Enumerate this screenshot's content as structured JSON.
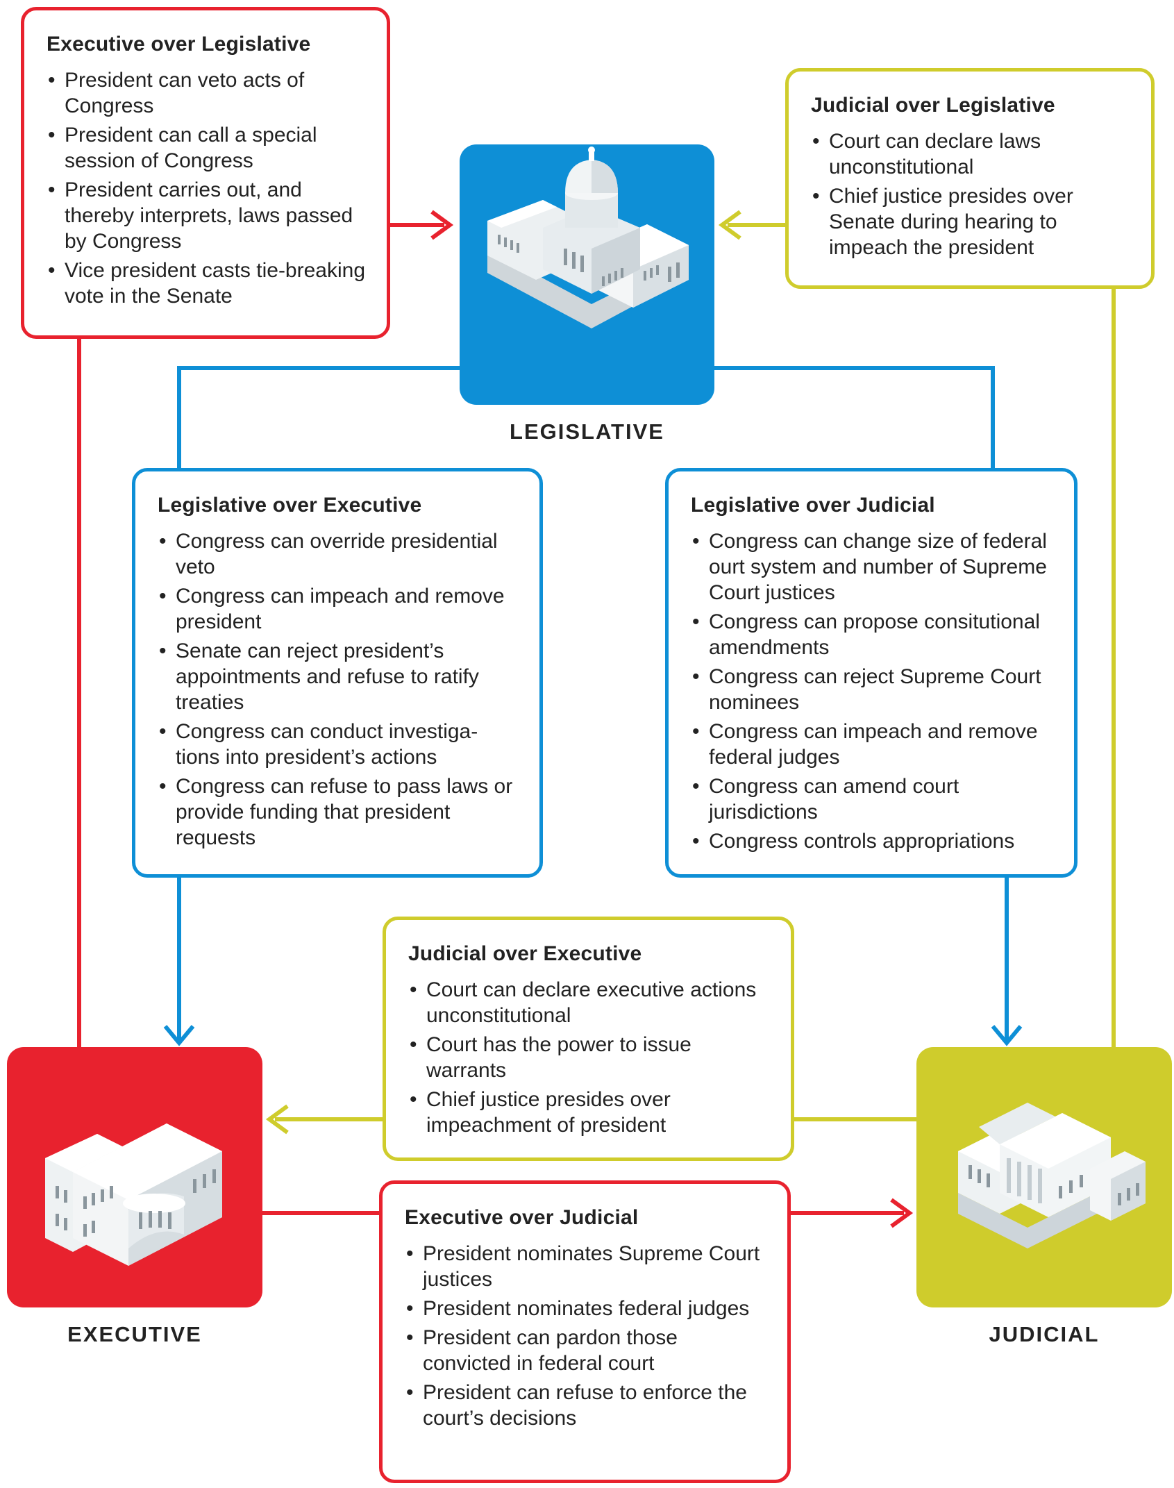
{
  "branches": {
    "legislative": "LEGISLATIVE",
    "executive": "EXECUTIVE",
    "judicial": "JUDICIAL"
  },
  "boxes": {
    "exec_over_leg": {
      "title": "Executive over Legislative",
      "items": [
        "President can veto acts of Congress",
        "President can call a special session of Congress",
        "President carries out, and thereby interprets, laws passed by Congress",
        "Vice president casts tie-breaking vote in the Senate"
      ]
    },
    "jud_over_leg": {
      "title": "Judicial over Legislative",
      "items": [
        "Court can declare laws unconstitutional",
        "Chief justice presides over Senate during hearing to impeach the president"
      ]
    },
    "leg_over_exec": {
      "title": "Legislative over Executive",
      "items": [
        "Congress can override presidential veto",
        "Congress can impeach and remove president",
        "Senate can reject president’s appointments and refuse to ratify treaties",
        "Congress can conduct investiga-tions into president’s actions",
        "Congress can refuse to pass laws or provide funding that president requests"
      ]
    },
    "leg_over_jud": {
      "title": "Legislative over Judicial",
      "items": [
        "Congress can change size of federal ourt system and number of Supreme Court justices",
        "Congress can propose consitutional amendments",
        "Congress can reject Supreme Court nominees",
        "Congress can impeach and remove federal judges",
        "Congress can amend court jurisdictions",
        "Congress controls appropriations"
      ]
    },
    "jud_over_exec": {
      "title": "Judicial over Executive",
      "items": [
        "Court can declare executive actions unconstitutional",
        "Court has the power to issue warrants",
        "Chief justice presides over impeachment of president"
      ]
    },
    "exec_over_jud": {
      "title": "Executive over Judicial",
      "items": [
        "President nominates Supreme Court justices",
        "President nominates federal judges",
        "President can pardon those convicted in federal court",
        "President can refuse to enforce the court’s decisions"
      ]
    }
  },
  "colors": {
    "executive": "#e8222e",
    "legislative": "#0e8fd6",
    "judicial": "#cfcc2c"
  },
  "icons": {
    "legislative": "capitol-building-icon",
    "executive": "white-house-icon",
    "judicial": "supreme-court-icon"
  }
}
